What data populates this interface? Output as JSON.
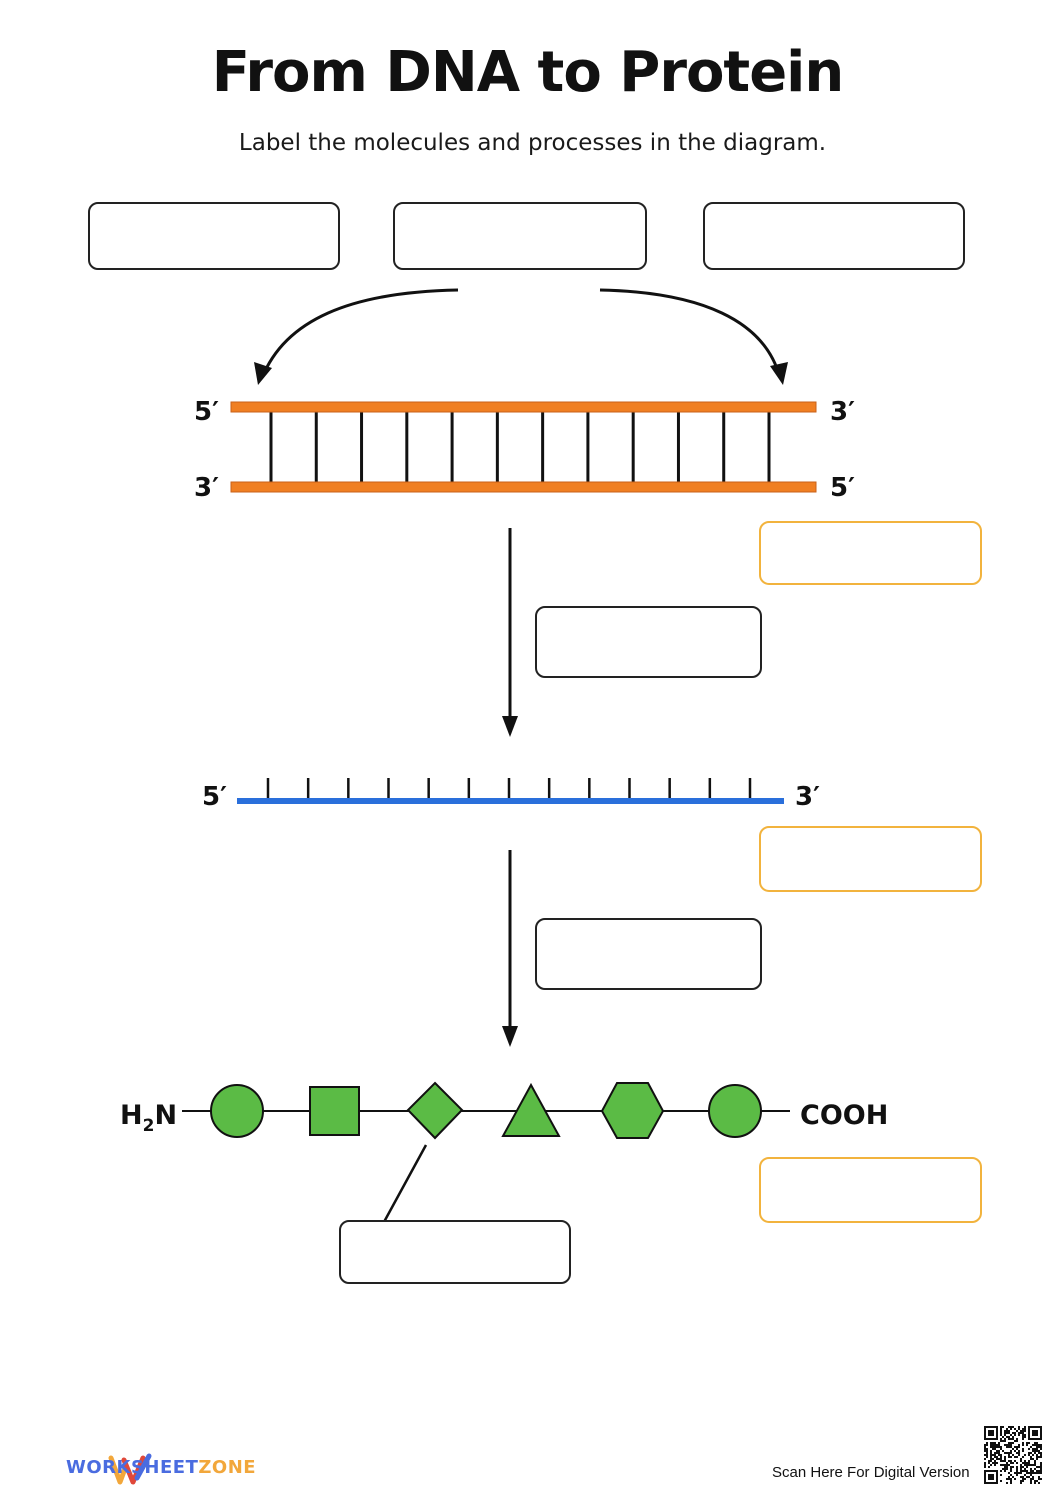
{
  "title": "From DNA to Protein",
  "subtitle": "Label the molecules and processes in the diagram.",
  "dna": {
    "top_left_end": "5′",
    "top_right_end": "3′",
    "bottom_left_end": "3′",
    "bottom_right_end": "5′",
    "strand_color": "#f07f22",
    "rung_count": 12
  },
  "mrna": {
    "left_end": "5′",
    "right_end": "3′",
    "strand_color": "#2a6fdb",
    "tick_count": 13
  },
  "protein": {
    "n_terminus": "H",
    "n_terminus_sub": "2",
    "n_terminus_tail": "N",
    "c_terminus": "COOH",
    "residue_color": "#5bbb45",
    "residue_shapes": [
      "circle",
      "square",
      "diamond",
      "triangle",
      "hexagon",
      "circle"
    ]
  },
  "label_box_colors": {
    "black": "#222222",
    "orange": "#f2b33d"
  },
  "footer": {
    "brand_part1": "WORKSHEET",
    "brand_part2": "ZONE",
    "scan_text": "Scan Here For Digital Version",
    "logo_icon": "worksheetzone-logo-icon",
    "qr_icon": "qr-code-icon"
  }
}
